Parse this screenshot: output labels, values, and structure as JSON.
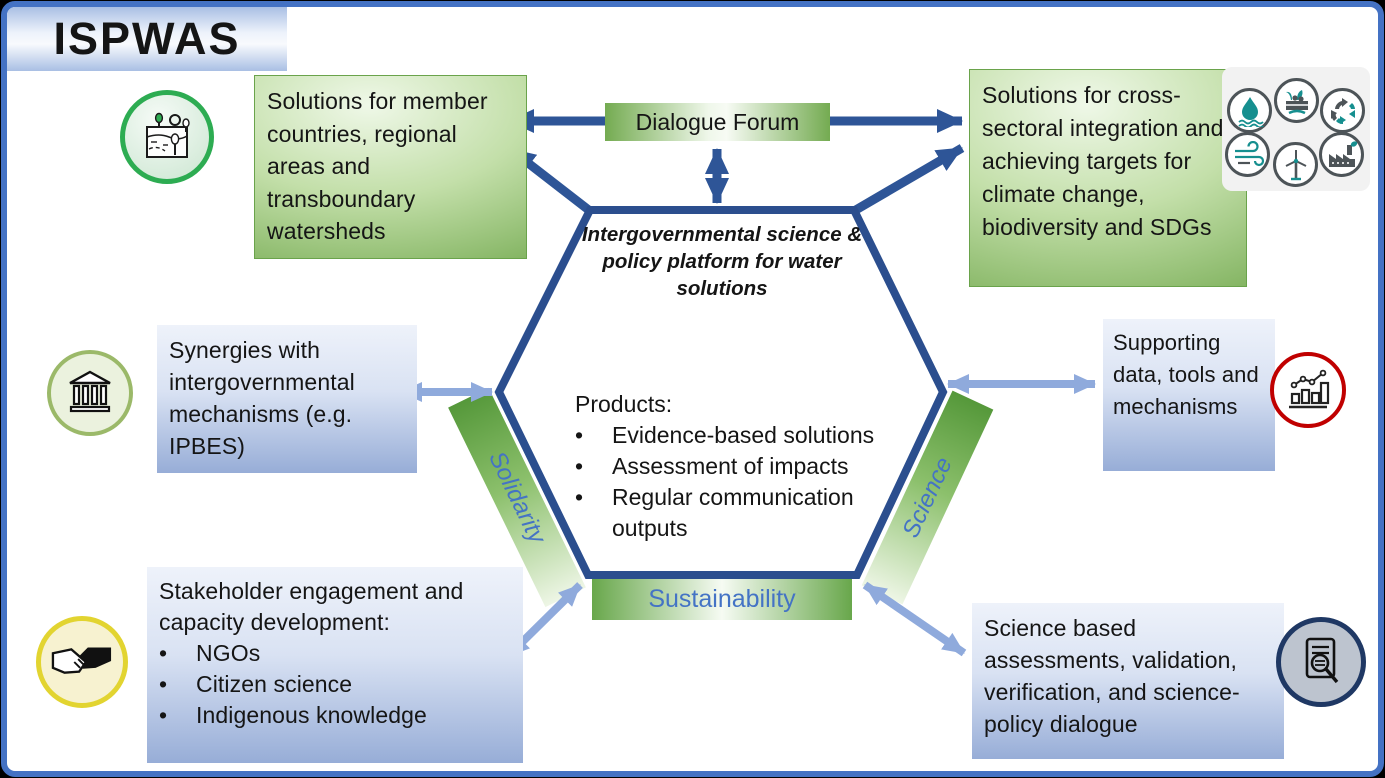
{
  "title_area": {
    "dialogue_forum": "Dialogue Forum"
  },
  "center": {
    "subtitle": "Intergovernmental science & policy platform for water solutions",
    "title": "ISPWAS",
    "products_label": "Products:",
    "products": [
      "Evidence-based solutions",
      "Assessment of impacts",
      "Regular communication outputs"
    ]
  },
  "bands": {
    "solidarity": "Solidarity",
    "science": "Science",
    "sustainability": "Sustainability"
  },
  "boxes": {
    "member_countries": "Solutions for member countries, regional areas and transboundary watersheds",
    "cross_sectoral": "Solutions for cross-sectoral integration and achieving targets for climate change, biodiversity and SDGs",
    "synergies": "Synergies with intergovernmental mechanisms (e.g. IPBES)",
    "supporting": "Supporting data, tools and mechanisms",
    "stakeholder_heading": "Stakeholder engagement and capacity development:",
    "stakeholder_bullets": [
      "NGOs",
      "Citizen science",
      "Indigenous knowledge"
    ],
    "science_based": "Science based assessments, validation, verification, and science-policy dialogue"
  },
  "icons": {
    "top_left": "watershed-landscape-icon",
    "mid_left": "institution-icon",
    "bottom_left": "handshake-icon",
    "mid_right": "data-chart-icon",
    "bottom_right": "document-search-icon",
    "cluster": [
      "water-drop-icon",
      "agriculture-icon",
      "recycle-icon",
      "wind-icon",
      "wind-turbine-icon",
      "green-factory-icon"
    ]
  },
  "palette": {
    "frame_border": "#4472c4",
    "dark_arrow": "#2e5597",
    "hexagon_stroke": "#2b4e8e",
    "light_arrow": "#8faadc",
    "band_green": "#55983a",
    "label_blue": "#4473c5",
    "teal_glyph": "#168f8f",
    "gray_glyph": "#4d5458"
  }
}
